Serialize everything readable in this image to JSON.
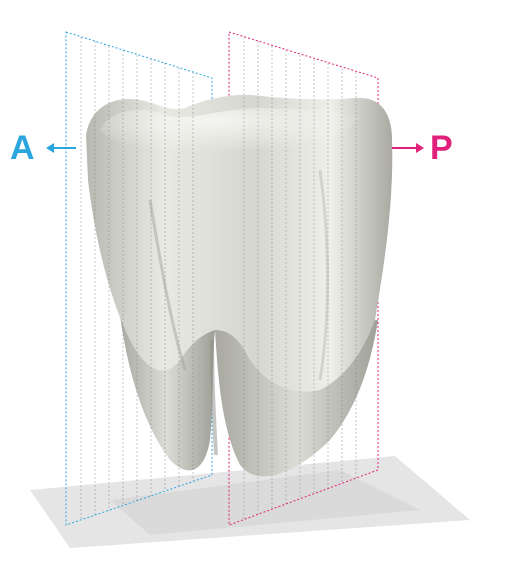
{
  "labels": {
    "anterior": "A",
    "posterior": "P"
  },
  "colors": {
    "anterior": "#2aa6df",
    "posterior": "#e0207a",
    "tooth_light": "#ebebe6",
    "tooth_mid": "#c9c9c3",
    "tooth_dark": "#9d9d96",
    "shadow": "#d9d9d9"
  },
  "figure": {
    "subject": "molar tooth",
    "icons": [
      "arrow-left-icon",
      "arrow-right-icon"
    ]
  }
}
